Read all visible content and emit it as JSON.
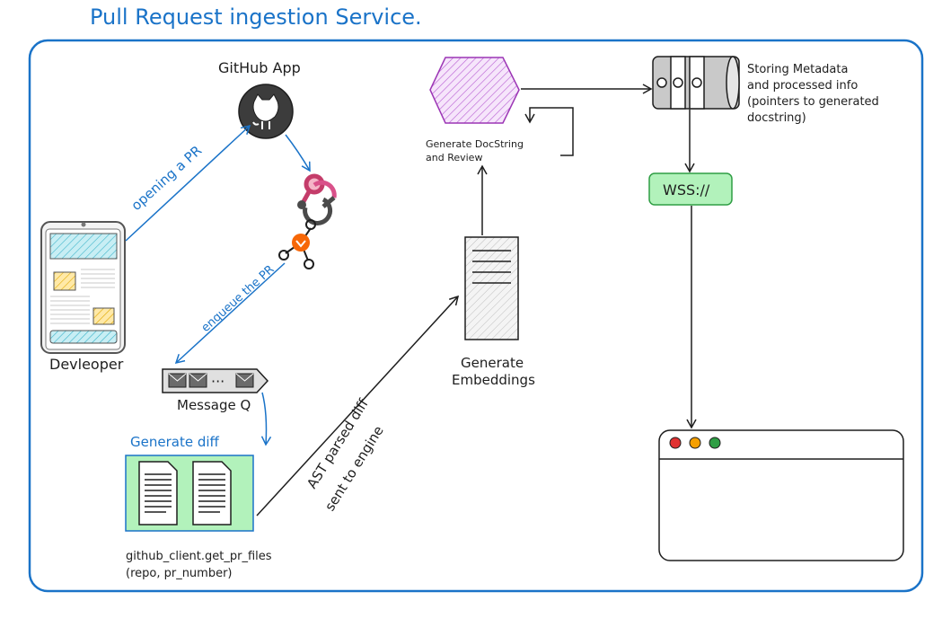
{
  "title": "Pull Request ingestion Service.",
  "nodes": {
    "github_app": {
      "label": "GitHub App",
      "icon": "github-icon"
    },
    "webhook": {
      "icon": "webhook-icon"
    },
    "kafka": {
      "icon": "kafka-icon"
    },
    "developer": {
      "label": "Devleoper",
      "icon": "phone-icon"
    },
    "message_queue": {
      "label": "Message Q",
      "icon": "envelope-queue-icon",
      "dots": "···"
    },
    "generate_diff": {
      "label": "Generate diff",
      "code_line1": "github_client.get_pr_files",
      "code_line2": "(repo, pr_number)"
    },
    "embeddings": {
      "label_line1": "Generate",
      "label_line2": "Embeddings"
    },
    "docstring": {
      "label_line1": "Generate DocString",
      "label_line2": "and Review"
    },
    "database": {
      "line1": "Storing Metadata",
      "line2": "and processed info",
      "line3": "(pointers to generated",
      "line4": "docstring)"
    },
    "wss": {
      "label": "WSS://"
    },
    "browser": {
      "icon": "browser-window-icon"
    }
  },
  "edges": {
    "opening_pr": "opening a PR",
    "enqueue_pr": "enqueue the PR",
    "ast_line1": "AST parsed diff",
    "ast_line2": "sent to engine"
  },
  "colors": {
    "accent": "#1a73c8",
    "green_fill": "#b2f2bb",
    "green_stroke": "#2f9e44",
    "purple": "#9c36b5",
    "orange": "#f76707",
    "cyan_fill": "#a5e3ec",
    "yellow_fill": "#ffec99",
    "dark": "#1e1e1e"
  }
}
